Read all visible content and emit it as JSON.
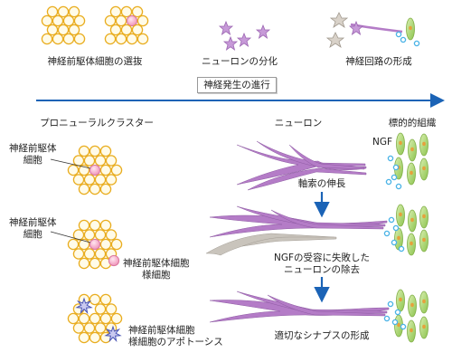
{
  "top": {
    "step1_label": "神経前駆体細胞の選抜",
    "step2_label": "ニューロンの分化",
    "step3_label": "神経回路の形成"
  },
  "timeline": {
    "label": "神経発生の進行"
  },
  "headers": {
    "proneural_cluster": "プロニューラルクラスター",
    "neuron": "ニューロン",
    "target_tissue": "標的的組織"
  },
  "left_panel": {
    "precursor_label_1": "神経前駆体\n細胞",
    "precursor_label_2": "神経前駆体\n細胞",
    "precursor_like_label": "神経前駆体細胞\n様細胞",
    "apoptosis_label": "神経前駆体細胞\n様細胞のアポトーシス"
  },
  "right_panel": {
    "ngf_label": "NGF",
    "step_axon": "軸索の伸長",
    "step_remove": "NGFの受容に失敗した\nニューロンの除去",
    "step_synapse": "適切なシナプスの形成"
  },
  "colors": {
    "cell_yellow": "#f5c53a",
    "cell_pink": "#f4a6c4",
    "neuron_purple": "#b47cc7",
    "neuron_gray": "#c9c4bc",
    "tissue_green": "#a9d36b",
    "ngf_blue": "#4ab3e6",
    "arrow_blue": "#1b63b6"
  }
}
